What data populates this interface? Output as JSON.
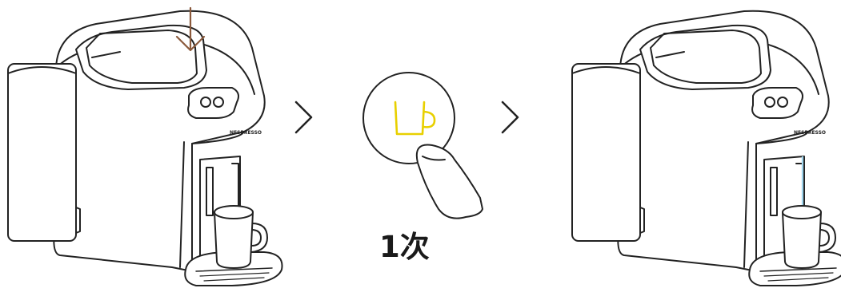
{
  "steps": [
    {
      "id": "insert-capsule",
      "brand_text": "NESPRESSO"
    },
    {
      "id": "press-cup-button",
      "count_label": "1次"
    },
    {
      "id": "brewing",
      "brand_text": "NESPRESSO"
    }
  ],
  "colors": {
    "line": "#222222",
    "arrow_down": "#8b5a3c",
    "cup_icon": "#e8d000",
    "coffee_stream": "#9fd4ec",
    "machine_fill": "#ffffff"
  },
  "icons": {
    "insert_arrow": "arrow-down-icon",
    "step_separator": "chevron-right-icon",
    "button_icon": "cup-icon",
    "finger": "finger-icon"
  }
}
